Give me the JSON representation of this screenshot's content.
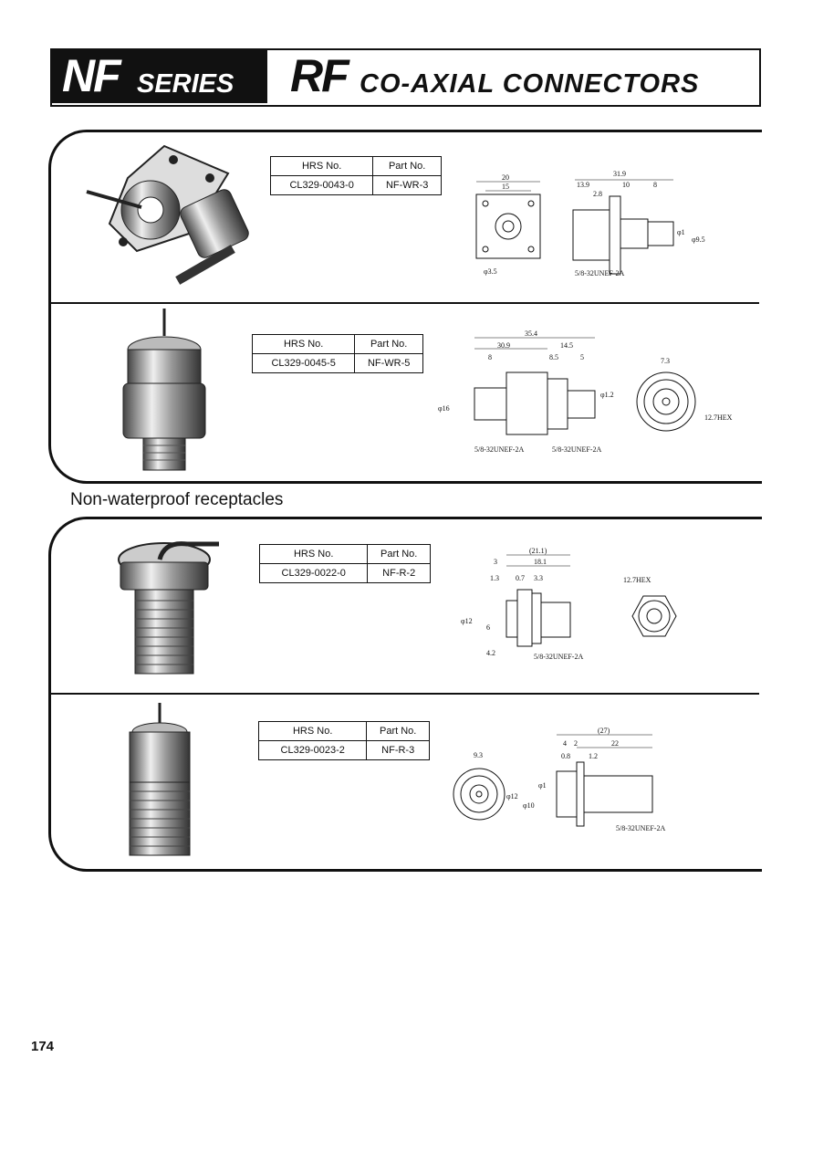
{
  "header": {
    "brand_prefix": "NF",
    "brand_suffix": "SERIES",
    "title_prefix": "RF",
    "title_suffix": "CO-AXIAL CONNECTORS"
  },
  "table_headers": {
    "hrs_no": "HRS No.",
    "part_no": "Part No."
  },
  "products": [
    {
      "hrs_no": "CL329-0043-0",
      "part_no": "NF-WR-3"
    },
    {
      "hrs_no": "CL329-0045-5",
      "part_no": "NF-WR-5"
    },
    {
      "hrs_no": "CL329-0022-0",
      "part_no": "NF-R-2"
    },
    {
      "hrs_no": "CL329-0023-2",
      "part_no": "NF-R-3"
    }
  ],
  "section_title": "Non-waterproof receptacles",
  "drawings": {
    "d1": {
      "w20": "20",
      "w15": "15",
      "l31": "31.9",
      "a": "13.9",
      "b": "10",
      "c": "8",
      "d": "2.8",
      "dia": "φ3.5",
      "thread": "5/8-32UNEF-2A",
      "p1": "φ1",
      "p2": "φ9.5"
    },
    "d2": {
      "l35": "35.4",
      "l30": "30.9",
      "l14": "14.5",
      "a": "8",
      "b": "8.5",
      "c": "5",
      "dia": "φ16",
      "p1": "φ1.2",
      "t1": "5/8-32UNEF-2A",
      "t2": "5/8-32UNEF-2A",
      "w7": "7.3",
      "hex": "12.7HEX"
    },
    "d3": {
      "l21": "(21.1)",
      "l18": "18.1",
      "a": "3",
      "b": "1.3",
      "c": "0.7",
      "d": "3.3",
      "dia": "φ12",
      "p": "6",
      "e": "4.2",
      "thread": "5/8-32UNEF-2A",
      "hex": "12.7HEX"
    },
    "d4": {
      "w9": "9.3",
      "l27": "(27)",
      "a": "4",
      "b": "2",
      "c": "22",
      "d": "0.8",
      "e": "1.2",
      "dia12": "φ12",
      "dia10": "φ10",
      "p": "φ1",
      "thread": "5/8-32UNEF-2A"
    }
  },
  "page_number": "174"
}
